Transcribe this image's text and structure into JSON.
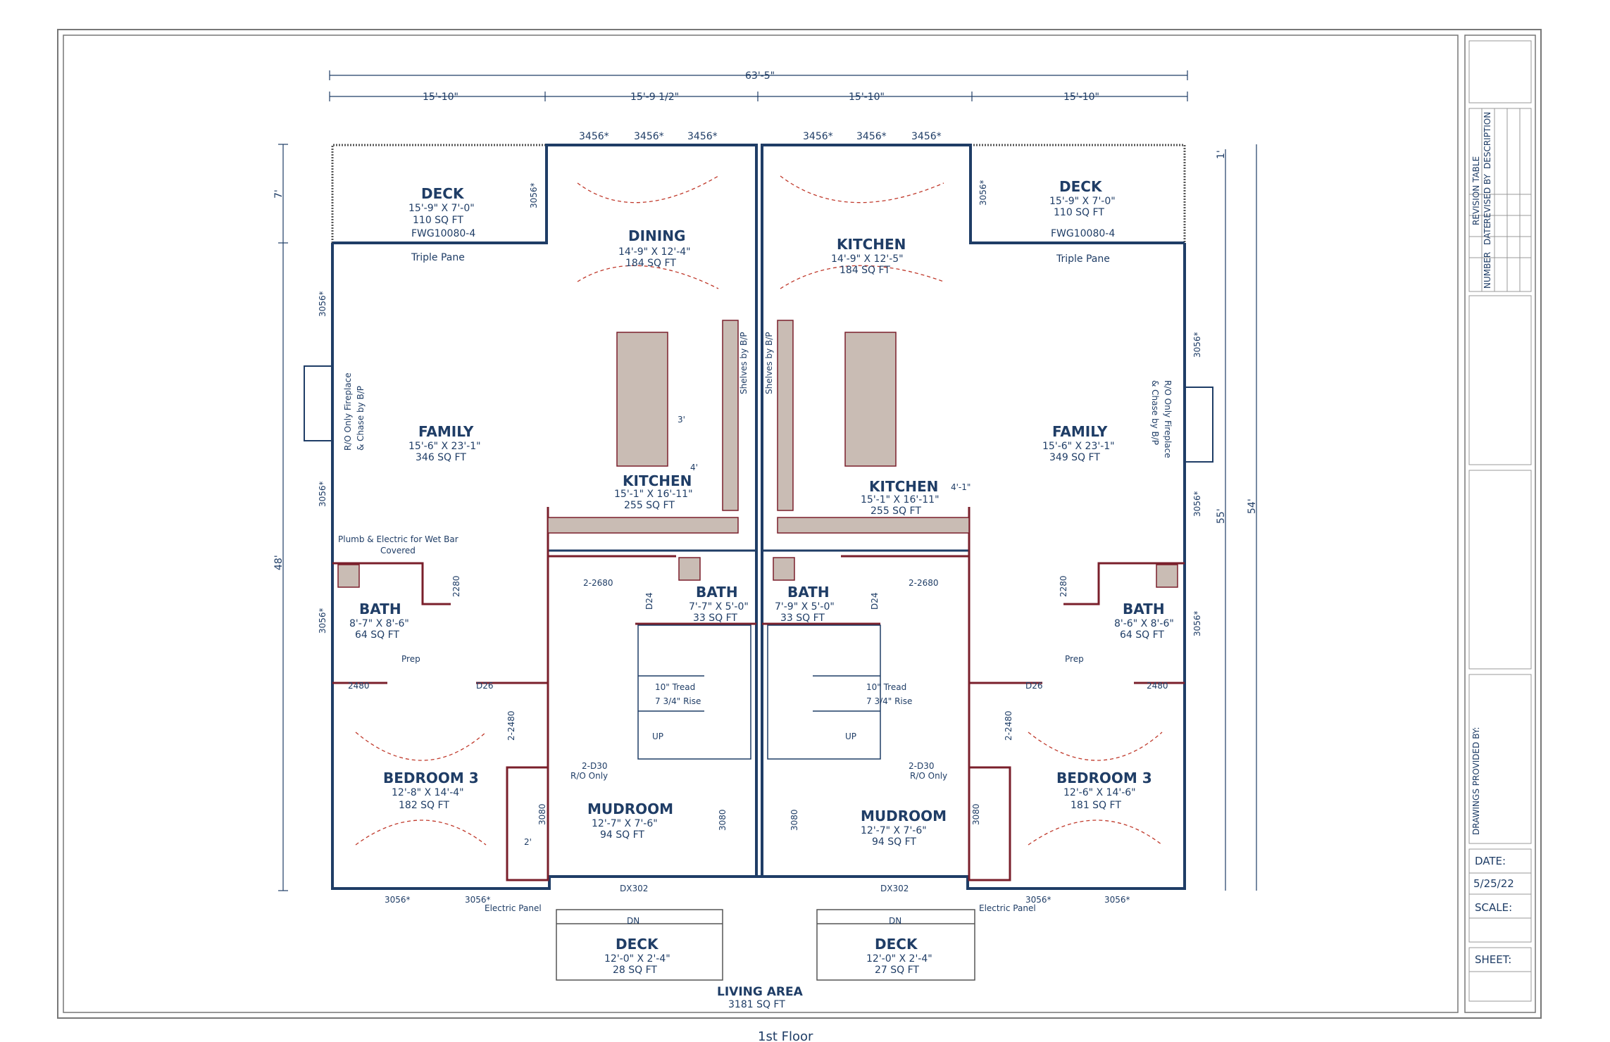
{
  "overall_dimension": "63'-5\"",
  "top_dimensions": [
    "15'-10\"",
    "15'-9 1/2\"",
    "15'-10\"",
    "15'-10\""
  ],
  "left_dimensions": [
    "7'",
    "48'"
  ],
  "right_dimensions": [
    "1'",
    "55'",
    "54'"
  ],
  "window_labels": {
    "top_left": [
      "3456*",
      "3456*",
      "3456*"
    ],
    "top_right": [
      "3456*",
      "3456*",
      "3456*"
    ],
    "w3056": "3056*"
  },
  "rooms_left": {
    "deck": {
      "name": "DECK",
      "size": "15'-9\" X 7'-0\"",
      "area": "110 SQ FT",
      "door": "FWG10080-4",
      "note": "Triple Pane"
    },
    "dining": {
      "name": "DINING",
      "size": "14'-9\" X 12'-4\"",
      "area": "184 SQ FT"
    },
    "family": {
      "name": "FAMILY",
      "size": "15'-6\" X 23'-1\"",
      "area": "346 SQ FT",
      "fireplace": "R/O Only Fireplace",
      "fireplace2": "& Chase by B/P"
    },
    "kitchen": {
      "name": "KITCHEN",
      "size": "15'-1\" X 16'-11\"",
      "area": "255 SQ FT",
      "shelves": "Shelves by B/P"
    },
    "wetbar": {
      "line1": "Plumb & Electric for Wet Bar",
      "line2": "Covered"
    },
    "bath_main": {
      "name": "BATH",
      "size": "8'-7\" X 8'-6\"",
      "area": "64 SQ FT",
      "prep": "Prep"
    },
    "bath_half": {
      "name": "BATH",
      "size": "7'-7\" X 5'-0\"",
      "area": "33 SQ FT"
    },
    "stair": {
      "tread": "10\" Tread",
      "rise": "7 3/4\" Rise",
      "up": "UP"
    },
    "bedroom": {
      "name": "BEDROOM 3",
      "size": "12'-8\" X 14'-4\"",
      "area": "182 SQ FT"
    },
    "mudroom": {
      "name": "MUDROOM",
      "size": "12'-7\" X 7'-6\"",
      "area": "94 SQ FT",
      "door": "2-D30",
      "note": "R/O Only"
    },
    "front_deck": {
      "name": "DECK",
      "size": "12'-0\" X 2'-4\"",
      "area": "28 SQ FT",
      "dn": "DN",
      "door": "DX302"
    },
    "electric": "Electric Panel"
  },
  "rooms_right": {
    "deck": {
      "name": "DECK",
      "size": "15'-9\" X 7'-0\"",
      "area": "110 SQ FT",
      "door": "FWG10080-4",
      "note": "Triple Pane"
    },
    "kitchen_top": {
      "name": "KITCHEN",
      "size": "14'-9\" X 12'-5\"",
      "area": "184 SQ FT"
    },
    "family": {
      "name": "FAMILY",
      "size": "15'-6\" X 23'-1\"",
      "area": "349 SQ FT",
      "fireplace": "R/O Only Fireplace",
      "fireplace2": "& Chase by B/P"
    },
    "kitchen": {
      "name": "KITCHEN",
      "size": "15'-1\" X 16'-11\"",
      "area": "255 SQ FT",
      "shelves": "Shelves by B/P",
      "dim": "4'-1\""
    },
    "bath_main": {
      "name": "BATH",
      "size": "8'-6\" X 8'-6\"",
      "area": "64 SQ FT",
      "prep": "Prep"
    },
    "bath_half": {
      "name": "BATH",
      "size": "7'-9\" X 5'-0\"",
      "area": "33 SQ FT"
    },
    "stair": {
      "tread": "10\" Tread",
      "rise": "7 3/4\" Rise",
      "up": "UP"
    },
    "bedroom": {
      "name": "BEDROOM 3",
      "size": "12'-6\" X 14'-6\"",
      "area": "181 SQ FT"
    },
    "mudroom": {
      "name": "MUDROOM",
      "size": "12'-7\" X 7'-6\"",
      "area": "94 SQ FT",
      "door": "2-D30",
      "note": "R/O Only"
    },
    "front_deck": {
      "name": "DECK",
      "size": "12'-0\" X 2'-4\"",
      "area": "27 SQ FT",
      "dn": "DN",
      "door": "DX302"
    },
    "electric": "Electric Panel"
  },
  "door_tags": [
    "2-2680",
    "D24",
    "2280",
    "2480",
    "D26",
    "2-2480",
    "3080",
    "2'",
    "3'",
    "4'"
  ],
  "living_area": {
    "label": "LIVING AREA",
    "value": "3181 SQ FT"
  },
  "title_block": {
    "revision_table": "REVISION TABLE",
    "revision_cols": [
      "NUMBER",
      "DATE",
      "REVISED BY",
      "DESCRIPTION"
    ],
    "drawings_by": "DRAWINGS PROVIDED BY:",
    "date_label": "DATE:",
    "date_value": "5/25/22",
    "scale_label": "SCALE:",
    "sheet_label": "SHEET:"
  },
  "footer": "1st Floor",
  "colors": {
    "ink": "#1f3d66",
    "wall": "#7a1f2b",
    "electrical": "#c0392b",
    "cabinet": "#c9bcb4"
  }
}
